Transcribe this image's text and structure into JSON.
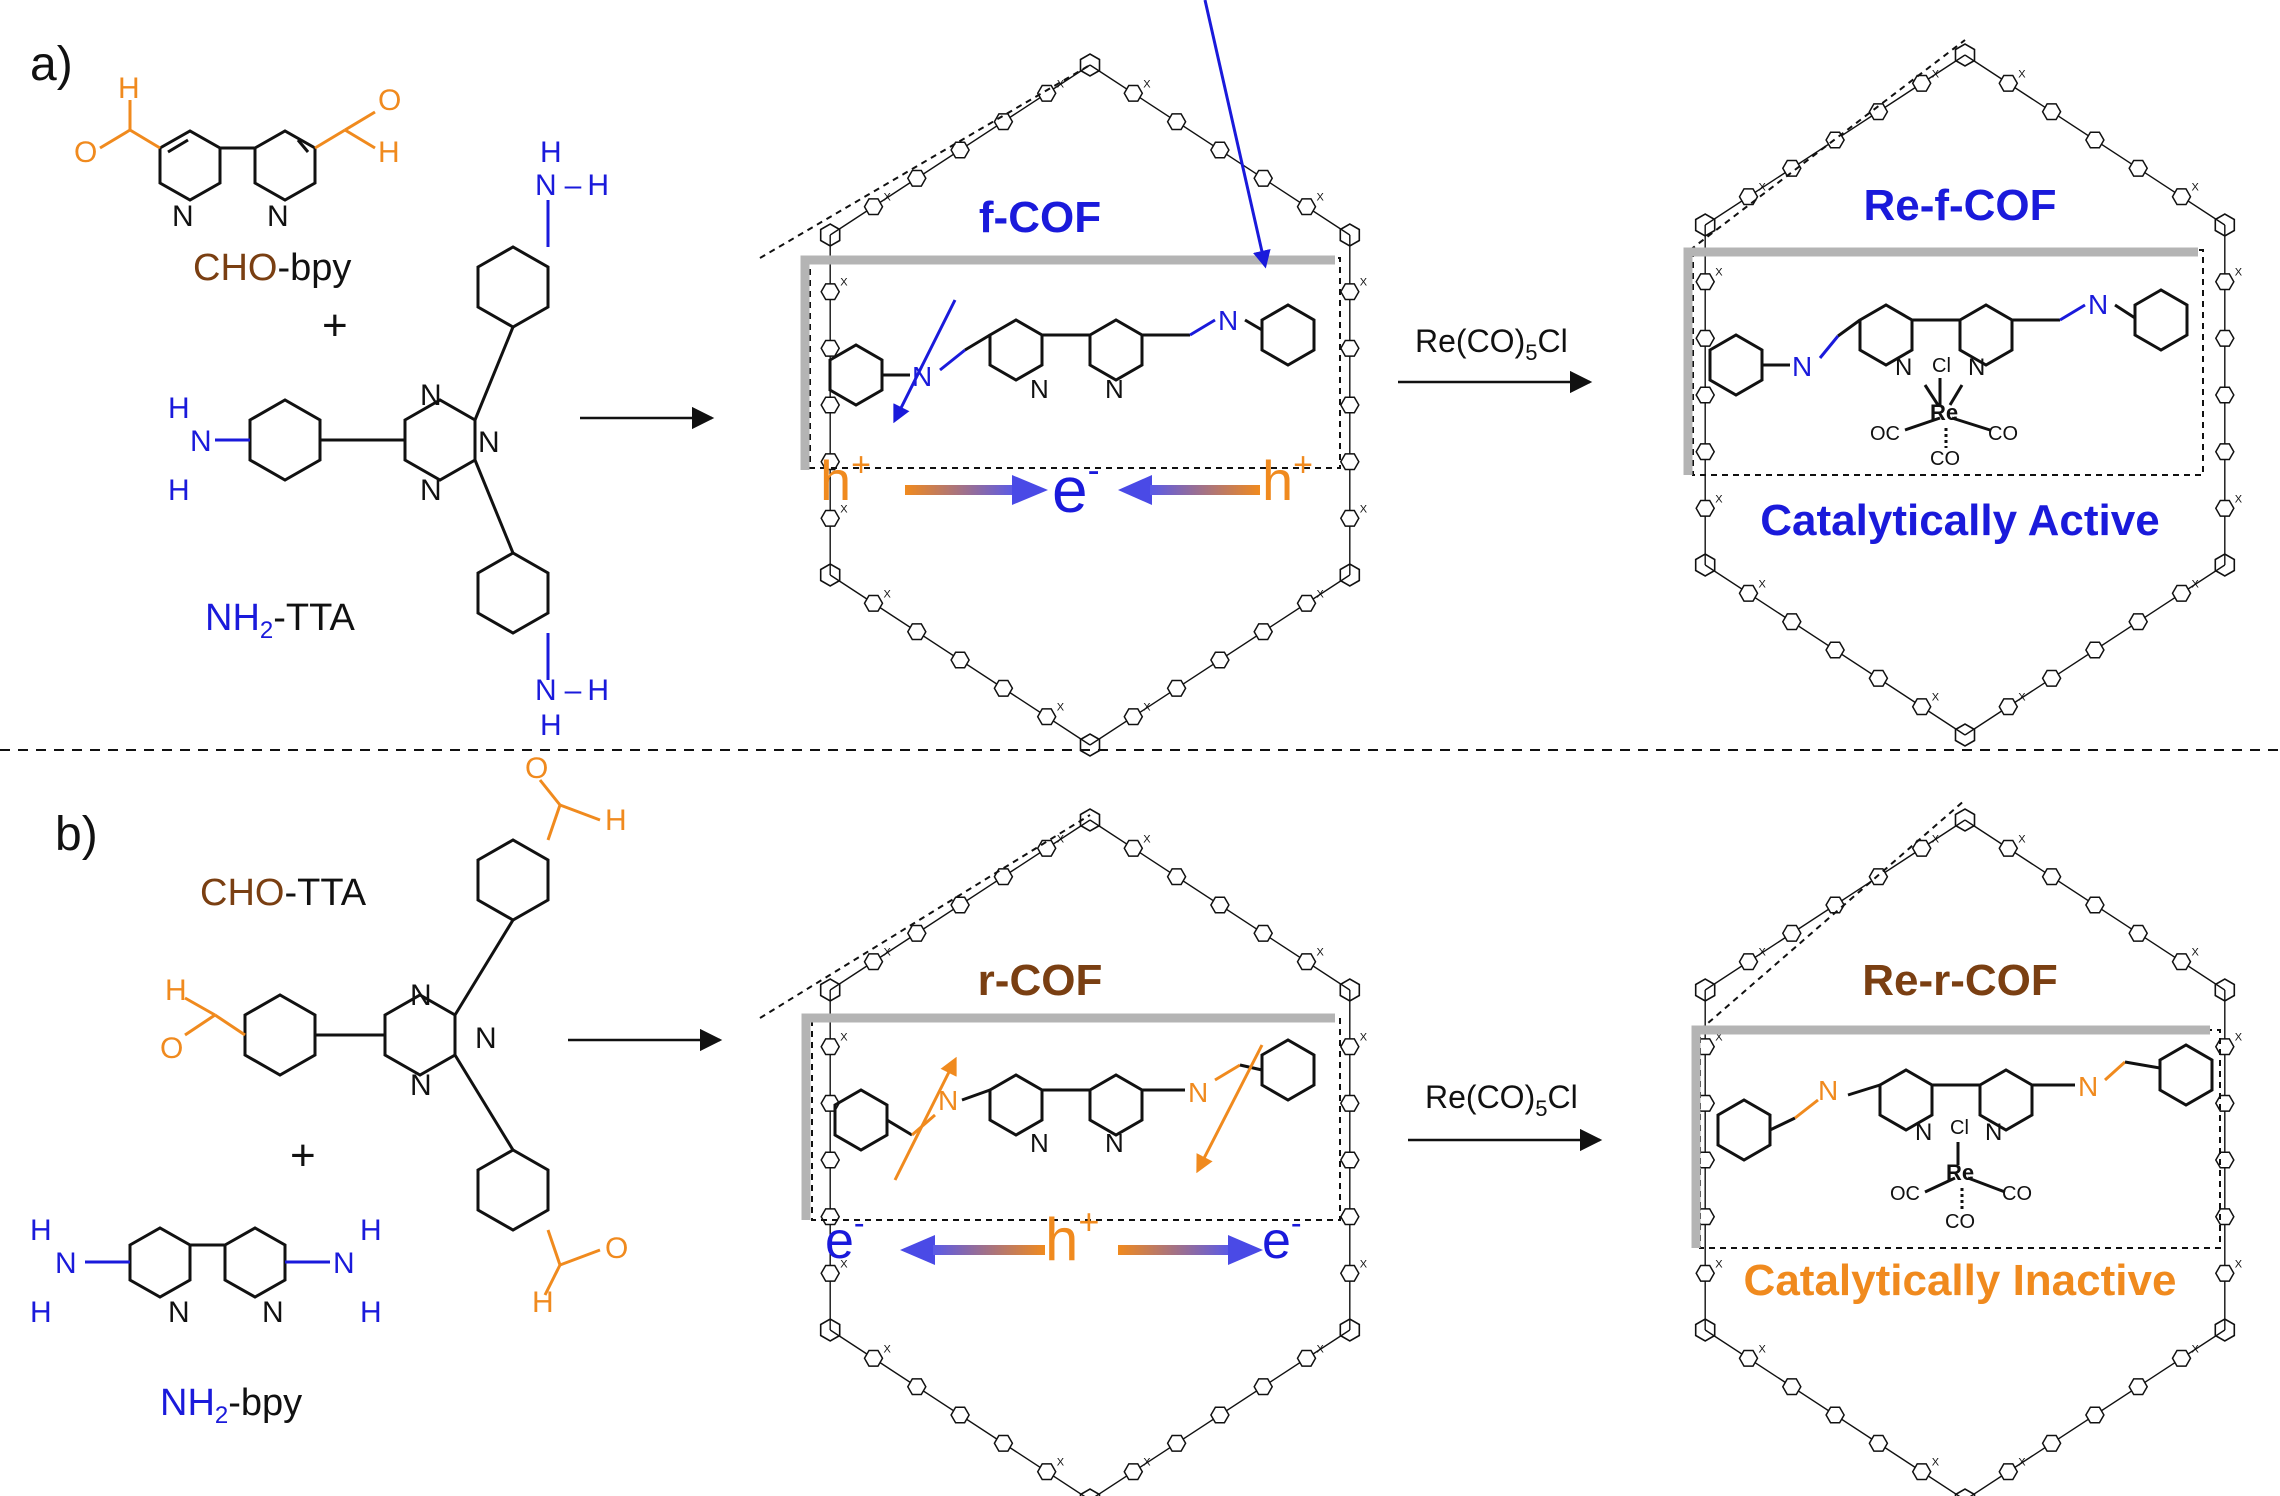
{
  "colors": {
    "blue": "#1a1adb",
    "orange": "#f08a1e",
    "brown": "#7a3f12",
    "black": "#111111",
    "frame": "#b4b4b4"
  },
  "panel_a": {
    "label": "a)",
    "aldehyde_name": {
      "part1": "CHO",
      "part2": "-bpy"
    },
    "amine_name": {
      "part1": "NH",
      "sub": "2",
      "part2": "-TTA"
    },
    "plus": "+",
    "cof_title": "f-COF",
    "reagent": {
      "part1": "Re(CO)",
      "sub": "5",
      "part2": "Cl"
    },
    "re_cof_title": "Re-f-COF",
    "activity": "Catalytically Active",
    "charges": {
      "hole": "h",
      "hole_sup": "+",
      "electron": "e",
      "electron_sup": "-"
    }
  },
  "panel_b": {
    "label": "b)",
    "aldehyde_name": {
      "part1": "CHO",
      "part2": "-TTA"
    },
    "amine_name": {
      "part1": "NH",
      "sub": "2",
      "part2": "-bpy"
    },
    "plus": "+",
    "cof_title": "r-COF",
    "reagent": {
      "part1": "Re(CO)",
      "sub": "5",
      "part2": "Cl"
    },
    "re_cof_title": "Re-r-COF",
    "activity": "Catalytically Inactive",
    "charges": {
      "hole": "h",
      "hole_sup": "+",
      "electron": "e",
      "electron_sup": "-"
    }
  },
  "atoms": {
    "N": "N",
    "H": "H",
    "O": "O",
    "Re": "Re",
    "Cl": "Cl",
    "OC": "OC",
    "CO": "CO",
    "X": "X"
  }
}
